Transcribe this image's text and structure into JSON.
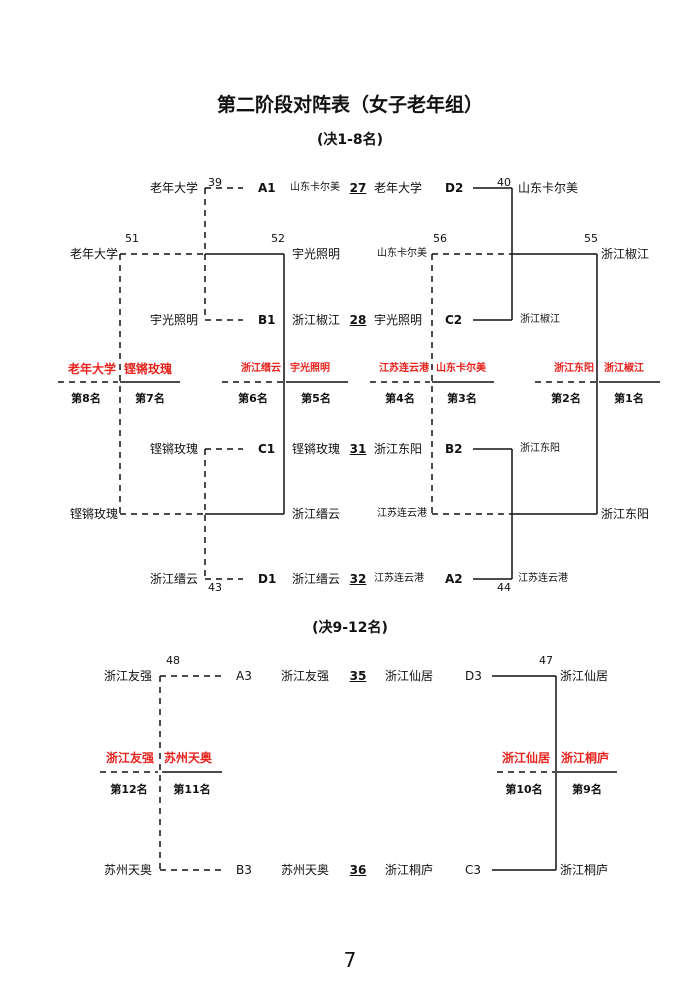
{
  "title": "第二阶段对阵表（女子老年组）",
  "section_1_8": "(决1-8名)",
  "section_9_12": "(决9-12名)",
  "page_number": "7",
  "top": {
    "match_numbers": {
      "m39": "39",
      "m40": "40",
      "m51": "51",
      "m52": "52",
      "m56": "56",
      "m55": "55",
      "m43": "43",
      "m44": "44"
    },
    "slots": {
      "a1": "A1",
      "b1": "B1",
      "c1": "C1",
      "d1": "D1",
      "d2": "D2",
      "c2": "C2",
      "b2": "B2",
      "a2": "A2"
    },
    "games": {
      "g27": "27",
      "g28": "28",
      "g31": "31",
      "g32": "32"
    },
    "left_teams": {
      "r1_top": "老年大学",
      "r1_b": "宇光照明",
      "r1_c": "铿锵玫瑰",
      "r1_bottom": "浙江缙云",
      "r2_top": "老年大学",
      "r2_bottom": "铿锵玫瑰",
      "r3_top": "宇光照明",
      "r3_bottom": "浙江缙云"
    },
    "center": {
      "row1_left": "山东卡尔美",
      "row1_right": "老年大学",
      "row2_left": "浙江椒江",
      "row2_right": "宇光照明",
      "row3_left": "铿锵玫瑰",
      "row3_right": "浙江东阳",
      "row4_left": "浙江缙云",
      "row4_right": "江苏连云港"
    },
    "right_teams": {
      "r1_top": "山东卡尔美",
      "r1_c2": "浙江椒江",
      "r1_b2": "浙江东阳",
      "r1_bottom": "江苏连云港",
      "r2_top": "山东卡尔美",
      "r2_bottom": "江苏连云港",
      "r3_top": "浙江椒江",
      "r3_bottom": "浙江东阳"
    },
    "results": {
      "p8": "老年大学",
      "p7": "铿锵玫瑰",
      "p6": "浙江缙云",
      "p5": "宇光照明",
      "p4": "江苏连云港",
      "p3": "山东卡尔美",
      "p2": "浙江东阳",
      "p1": "浙江椒江"
    },
    "ranks": {
      "p8": "第8名",
      "p7": "第7名",
      "p6": "第6名",
      "p5": "第5名",
      "p4": "第4名",
      "p3": "第3名",
      "p2": "第2名",
      "p1": "第1名"
    }
  },
  "bottom": {
    "match_numbers": {
      "m48": "48",
      "m47": "47"
    },
    "slots": {
      "a3": "A3",
      "b3": "B3",
      "d3": "D3",
      "c3": "C3"
    },
    "games": {
      "g35": "35",
      "g36": "36"
    },
    "teams": {
      "left_top": "浙江友强",
      "left_bottom": "苏州天奥",
      "center_top_left": "浙江友强",
      "center_top_right": "浙江仙居",
      "center_bottom_left": "苏州天奥",
      "center_bottom_right": "浙江桐庐",
      "right_top": "浙江仙居",
      "right_bottom": "浙江桐庐"
    },
    "results": {
      "p12": "浙江友强",
      "p11": "苏州天奥",
      "p10": "浙江仙居",
      "p9": "浙江桐庐"
    },
    "ranks": {
      "p12": "第12名",
      "p11": "第11名",
      "p10": "第10名",
      "p9": "第9名"
    }
  }
}
